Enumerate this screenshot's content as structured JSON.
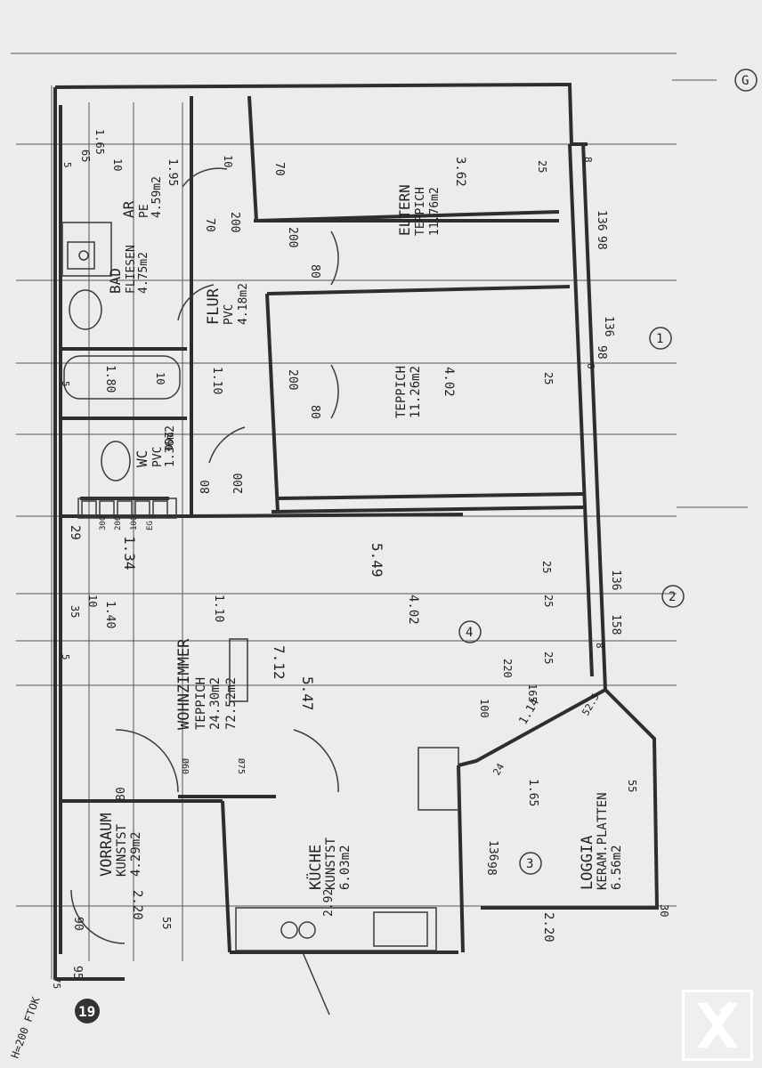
{
  "rooms": [
    {
      "id": "vorraum",
      "name": "VORRAUM",
      "floor": "KUNSTST",
      "area": "4.29m2"
    },
    {
      "id": "wohnzimmer",
      "name": "WOHNZIMMER",
      "floor": "TEPPICH",
      "area": "24.30m2",
      "total": "72.52m2"
    },
    {
      "id": "kueche",
      "name": "KÜCHE",
      "floor": "KUNSTST",
      "area": "6.03m2"
    },
    {
      "id": "loggia",
      "name": "LOGGIA",
      "floor": "KERAM.PLATTEN",
      "area": "6.56m2"
    },
    {
      "id": "wc",
      "name": "WC",
      "floor": "PVC",
      "area": "1.36m2"
    },
    {
      "id": "bad",
      "name": "BAD",
      "floor": "FLIESEN",
      "area": "4.75m2"
    },
    {
      "id": "ar",
      "name": "AR",
      "floor": "PE",
      "area": "4.59m2"
    },
    {
      "id": "flur",
      "name": "FLUR",
      "floor": "PVC",
      "area": "4.18m2"
    },
    {
      "id": "zimmer",
      "name": "",
      "floor": "TEPPICH",
      "area": "11.26m2"
    },
    {
      "id": "eltern",
      "name": "ELTERN",
      "floor": "TEPPICH",
      "area": "11.76m2"
    }
  ],
  "dimensions": {
    "d_549": "5.49",
    "d_547": "5.47",
    "d_712": "7.12",
    "d_402a": "4.02",
    "d_402b": "4.02",
    "d_362": "3.62",
    "d_134": "1.34",
    "d_114": "1.14",
    "d_165": "1.65",
    "d_292": "2.92",
    "d_220a": "2.20",
    "d_220b": "2.20",
    "d_140": "1.40",
    "d_110a": "1.10",
    "d_110b": "1.10",
    "d_180": "1.80",
    "d_195": "1.95",
    "d_165b": "1.65",
    "d_200a": "200",
    "d_200b": "200",
    "d_200c": "200",
    "d_200d": "200",
    "d_200e": "200",
    "d_80a": "80",
    "d_80b": "80",
    "d_80c": "80",
    "d_80d": "80",
    "d_70a": "70",
    "d_70b": "70",
    "d_25a": "25",
    "d_25b": "25",
    "d_25c": "25",
    "d_25d": "25",
    "d_25e": "25",
    "d_136a": "136",
    "d_136b": "136",
    "d_136c": "136",
    "d_136d": "136",
    "d_98a": "98",
    "d_98b": "98",
    "d_98c": "98",
    "d_158": "158",
    "d_90": "90",
    "d_95": "95",
    "d_75": "75",
    "d_55a": "55",
    "d_55b": "55",
    "d_30": "30",
    "d_10a": "10",
    "d_10b": "10",
    "d_10c": "10",
    "d_10d": "10",
    "d_35": "35",
    "d_65": "65",
    "d_5a": "5",
    "d_5b": "5",
    "d_5c": "5",
    "d_8a": "8",
    "d_8b": "8",
    "d_8c": "8",
    "d_29": "29",
    "d_100": "100",
    "d_220c": "220",
    "d_165c": "165",
    "d_525": "52.5",
    "d_24": "24",
    "d_060": "Ø60",
    "d_075": "Ø75",
    "d_300": "300",
    "d_206": "206",
    "d_100b": "100",
    "d_eg": "EG"
  },
  "markers": {
    "m1": "1",
    "m2": "2",
    "m3": "3",
    "m4": "4",
    "g": "G",
    "unit": "19"
  },
  "annotations": {
    "height_note": "H=200 FTOK"
  }
}
